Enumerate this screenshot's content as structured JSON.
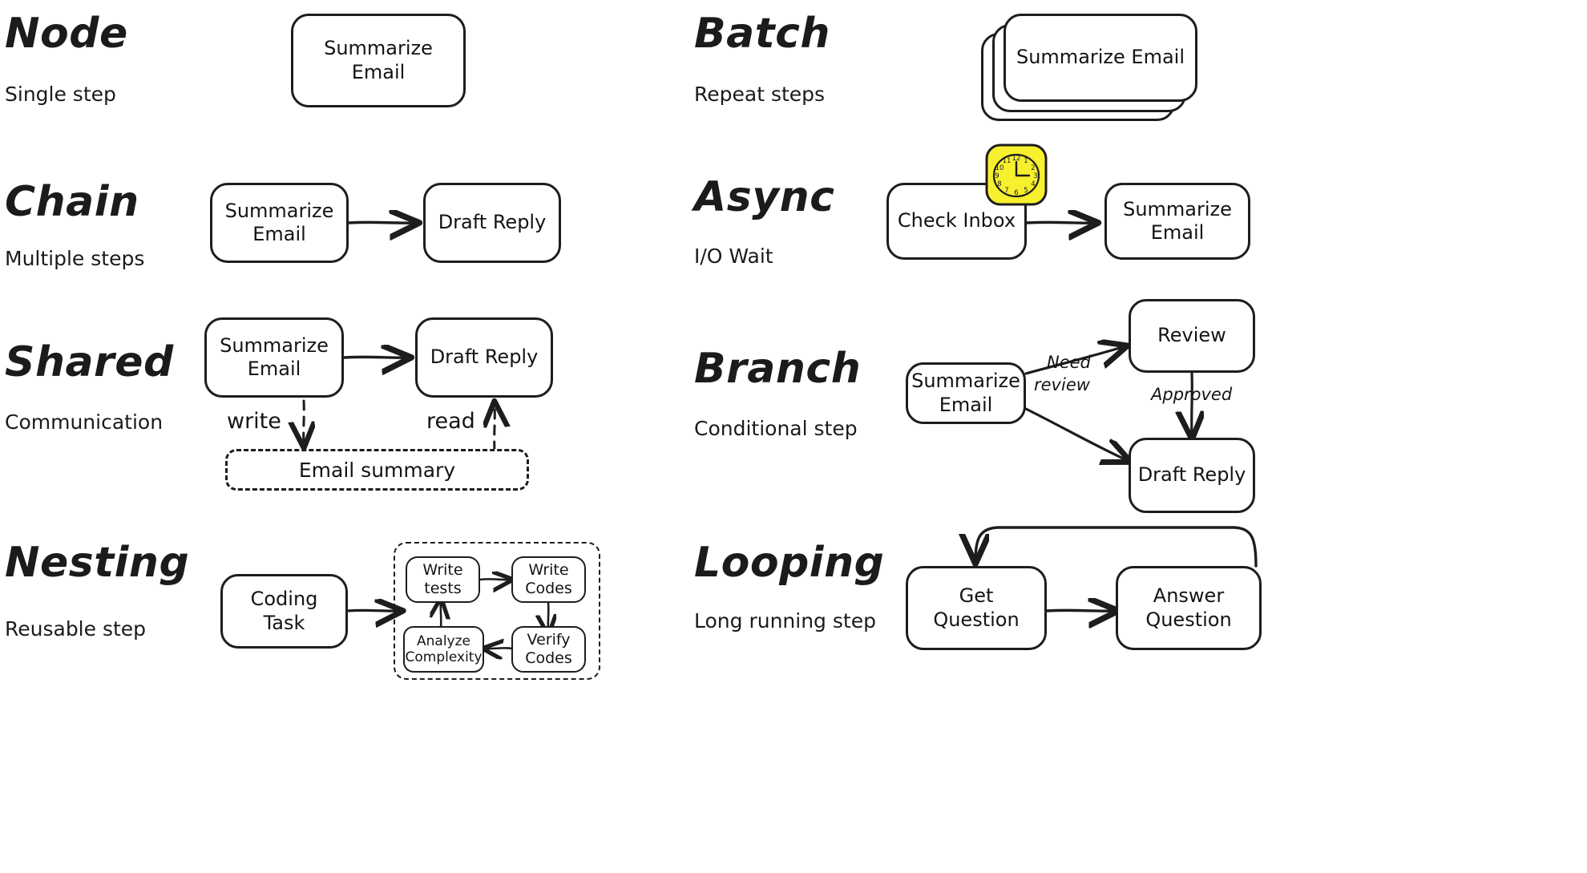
{
  "sections": [
    {
      "id": "node",
      "title": "Node",
      "subtitle": "Single step",
      "nodes": [
        {
          "label": "Summarize\nEmail"
        }
      ]
    },
    {
      "id": "batch",
      "title": "Batch",
      "subtitle": "Repeat steps",
      "nodes": [
        {
          "label": "Summarize\nEmail"
        }
      ],
      "stack_count": 3
    },
    {
      "id": "chain",
      "title": "Chain",
      "subtitle": "Multiple steps",
      "nodes": [
        {
          "label": "Summarize\nEmail"
        },
        {
          "label": "Draft\nReply"
        }
      ]
    },
    {
      "id": "async",
      "title": "Async",
      "subtitle": "I/O Wait",
      "nodes": [
        {
          "label": "Check\nInbox"
        },
        {
          "label": "Summarize\nEmail"
        }
      ],
      "icon": "clock-icon",
      "clock_time": "3:00"
    },
    {
      "id": "shared",
      "title": "Shared",
      "subtitle": "Communication",
      "nodes": [
        {
          "label": "Summarize\nEmail"
        },
        {
          "label": "Draft\nReply"
        }
      ],
      "store": "Email summary",
      "edge_labels": [
        "write",
        "read"
      ]
    },
    {
      "id": "branch",
      "title": "Branch",
      "subtitle": "Conditional step",
      "nodes": [
        {
          "label": "Summarize\nEmail"
        },
        {
          "label": "Review"
        },
        {
          "label": "Draft\nReply"
        }
      ],
      "edge_labels": [
        "Need\nreview",
        "Approved"
      ]
    },
    {
      "id": "nesting",
      "title": "Nesting",
      "subtitle": "Reusable step",
      "nodes": [
        {
          "label": "Coding\nTask"
        },
        {
          "label": "Write\ntests"
        },
        {
          "label": "Write\nCodes"
        },
        {
          "label": "Verify\nCodes"
        },
        {
          "label": "Analyze\nComplexity"
        }
      ]
    },
    {
      "id": "looping",
      "title": "Looping",
      "subtitle": "Long running step",
      "nodes": [
        {
          "label": "Get\nQuestion"
        },
        {
          "label": "Answer\nQuestion"
        }
      ]
    }
  ],
  "colors": {
    "stroke": "#1d1d1d",
    "text": "#141414",
    "background": "#ffffff",
    "clock_face": "#f7f02e",
    "clock_border": "#1d1d1d"
  },
  "labels": {
    "node_title": "Node",
    "node_sub": "Single step",
    "node_box": "Summarize Email",
    "batch_title": "Batch",
    "batch_sub": "Repeat steps",
    "batch_box": "Summarize Email",
    "chain_title": "Chain",
    "chain_sub": "Multiple steps",
    "chain_box1": "Summarize Email",
    "chain_box2": "Draft Reply",
    "async_title": "Async",
    "async_sub": "I/O Wait",
    "async_box1": "Check Inbox",
    "async_box2": "Summarize Email",
    "shared_title": "Shared",
    "shared_sub": "Communication",
    "shared_box1": "Summarize Email",
    "shared_box2": "Draft Reply",
    "shared_write": "write",
    "shared_read": "read",
    "shared_store": "Email summary",
    "branch_title": "Branch",
    "branch_sub": "Conditional step",
    "branch_box1": "Summarize Email",
    "branch_box2": "Review",
    "branch_box3": "Draft Reply",
    "branch_need": "Need",
    "branch_review": "review",
    "branch_approved": "Approved",
    "nesting_title": "Nesting",
    "nesting_sub": "Reusable step",
    "nesting_box1": "Coding Task",
    "nesting_box2": "Write tests",
    "nesting_box3": "Write Codes",
    "nesting_box4": "Verify Codes",
    "nesting_box5": "Analyze Complexity",
    "looping_title": "Looping",
    "looping_sub": "Long running step",
    "looping_box1": "Get Question",
    "looping_box2": "Answer Question"
  }
}
